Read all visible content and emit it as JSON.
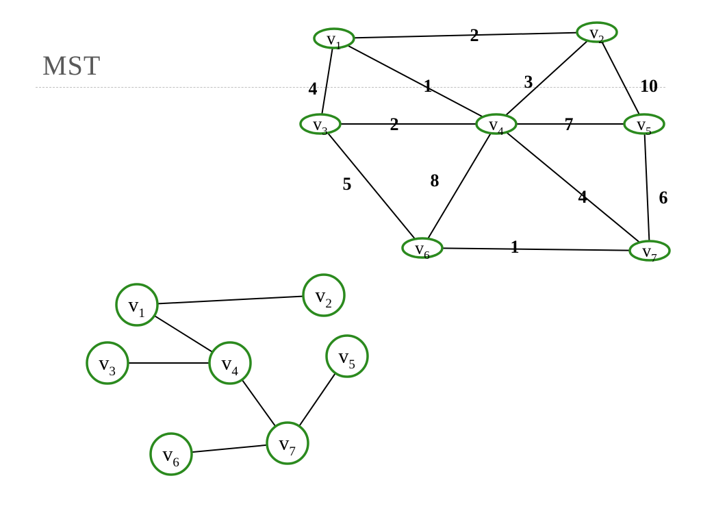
{
  "slide": {
    "title": "MST"
  },
  "graph": {
    "vertices": [
      {
        "id": "v1",
        "main": "v",
        "sub": "1"
      },
      {
        "id": "v2",
        "main": "v",
        "sub": "2"
      },
      {
        "id": "v3",
        "main": "v",
        "sub": "3"
      },
      {
        "id": "v4",
        "main": "v",
        "sub": "4"
      },
      {
        "id": "v5",
        "main": "v",
        "sub": "5"
      },
      {
        "id": "v6",
        "main": "v",
        "sub": "6"
      },
      {
        "id": "v7",
        "main": "v",
        "sub": "7"
      }
    ],
    "edges": [
      {
        "from": "v1",
        "to": "v2",
        "weight": "2"
      },
      {
        "from": "v1",
        "to": "v3",
        "weight": "4"
      },
      {
        "from": "v1",
        "to": "v4",
        "weight": "1"
      },
      {
        "from": "v2",
        "to": "v4",
        "weight": "3"
      },
      {
        "from": "v2",
        "to": "v5",
        "weight": "10"
      },
      {
        "from": "v3",
        "to": "v4",
        "weight": "2"
      },
      {
        "from": "v3",
        "to": "v6",
        "weight": "5"
      },
      {
        "from": "v4",
        "to": "v5",
        "weight": "7"
      },
      {
        "from": "v4",
        "to": "v6",
        "weight": "8"
      },
      {
        "from": "v4",
        "to": "v7",
        "weight": "4"
      },
      {
        "from": "v5",
        "to": "v7",
        "weight": "6"
      },
      {
        "from": "v6",
        "to": "v7",
        "weight": "1"
      }
    ]
  },
  "mst": {
    "vertices": [
      {
        "id": "v1",
        "main": "v",
        "sub": "1"
      },
      {
        "id": "v2",
        "main": "v",
        "sub": "2"
      },
      {
        "id": "v3",
        "main": "v",
        "sub": "3"
      },
      {
        "id": "v4",
        "main": "v",
        "sub": "4"
      },
      {
        "id": "v5",
        "main": "v",
        "sub": "5"
      },
      {
        "id": "v6",
        "main": "v",
        "sub": "6"
      },
      {
        "id": "v7",
        "main": "v",
        "sub": "7"
      }
    ],
    "edges": [
      {
        "from": "v1",
        "to": "v2"
      },
      {
        "from": "v1",
        "to": "v4"
      },
      {
        "from": "v3",
        "to": "v4"
      },
      {
        "from": "v4",
        "to": "v7"
      },
      {
        "from": "v5",
        "to": "v7"
      },
      {
        "from": "v6",
        "to": "v7"
      }
    ]
  },
  "colors": {
    "node_stroke": "#2b8a1e",
    "edge": "#000000",
    "title": "#595959"
  }
}
